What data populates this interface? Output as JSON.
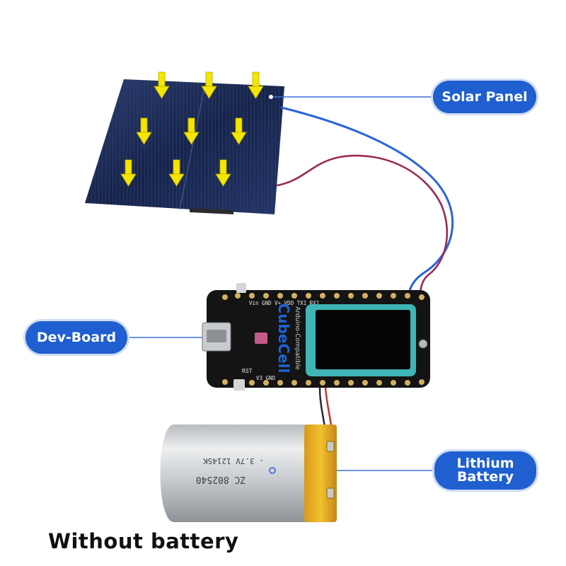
{
  "labels": {
    "solar_panel": "Solar Panel",
    "dev_board": "Dev-Board",
    "lithium_battery_line1": "Lithium",
    "lithium_battery_line2": "Battery"
  },
  "board": {
    "brand": "CubeCell",
    "subtitle": "Arduino-Compatible",
    "pin_text_top": "Vin GND V+ VDD TX1 RX1",
    "rst_text": "RST",
    "bottom_text": "V3 GND"
  },
  "battery": {
    "print_line1": "ZC 802540",
    "print_line2": "- 3.7V 1214SK"
  },
  "caption": "Without battery",
  "colors": {
    "label_fill": "#1f5fd0",
    "arrow_yellow": "#f5e600",
    "wire_blue": "#2a64d8",
    "wire_red": "#9c2a55",
    "panel_dark": "#1b2a52",
    "screen_frame": "#3fb5b5"
  }
}
